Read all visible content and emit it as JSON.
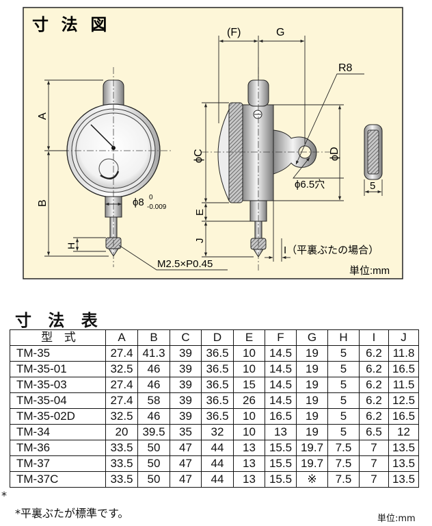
{
  "diagram": {
    "title": "寸 法 図",
    "labels": {
      "F": "(F)",
      "G": "G",
      "R8": "R8",
      "A": "A",
      "B": "B",
      "C": "ϕC",
      "D": "ϕD",
      "E": "E",
      "J": "J",
      "H": "H",
      "hole": "ϕ6.5穴",
      "width5": "5",
      "stem": "ϕ8",
      "tol_top": "0",
      "tol_bottom": "-0.009",
      "thread": "M2.5×P0.45",
      "I": "I（平裏ぶたの場合）",
      "unit": "単位:mm"
    },
    "colors": {
      "background": "#fdf6d8",
      "line": "#222222",
      "dim": "#333333"
    }
  },
  "table": {
    "title": "寸 法 表",
    "columns": [
      "型 式",
      "A",
      "B",
      "C",
      "D",
      "E",
      "F",
      "G",
      "H",
      "I",
      "J"
    ],
    "rows": [
      [
        "TM-35",
        "27.4",
        "41.3",
        "39",
        "36.5",
        "10",
        "14.5",
        "19",
        "5",
        "6.2",
        "11.8"
      ],
      [
        "TM-35-01",
        "32.5",
        "46",
        "39",
        "36.5",
        "10",
        "14.5",
        "19",
        "5",
        "6.2",
        "16.5"
      ],
      [
        "TM-35-03",
        "27.4",
        "46",
        "39",
        "36.5",
        "15",
        "14.5",
        "19",
        "5",
        "6.2",
        "11.5"
      ],
      [
        "TM-35-04",
        "27.4",
        "58",
        "39",
        "36.5",
        "26",
        "14.5",
        "19",
        "5",
        "6.2",
        "12.5"
      ],
      [
        "TM-35-02D",
        "32.5",
        "46",
        "39",
        "36.5",
        "10",
        "16.5",
        "19",
        "5",
        "6.2",
        "16.5"
      ],
      [
        "TM-34",
        "20",
        "39.5",
        "35",
        "32",
        "10",
        "13",
        "19",
        "5",
        "6.5",
        "12"
      ],
      [
        "TM-36",
        "33.5",
        "50",
        "47",
        "44",
        "13",
        "15.5",
        "19.7",
        "7.5",
        "7",
        "13.5"
      ],
      [
        "TM-37",
        "33.5",
        "50",
        "47",
        "44",
        "13",
        "15.5",
        "19.7",
        "7.5",
        "7",
        "13.5"
      ],
      [
        "TM-37C",
        "33.5",
        "50",
        "47",
        "44",
        "13",
        "15.5",
        "※",
        "7.5",
        "7",
        "13.5"
      ]
    ],
    "asterisk": "*",
    "footnote": "*平裏ぶたが標準です。",
    "unit": "単位:mm"
  }
}
